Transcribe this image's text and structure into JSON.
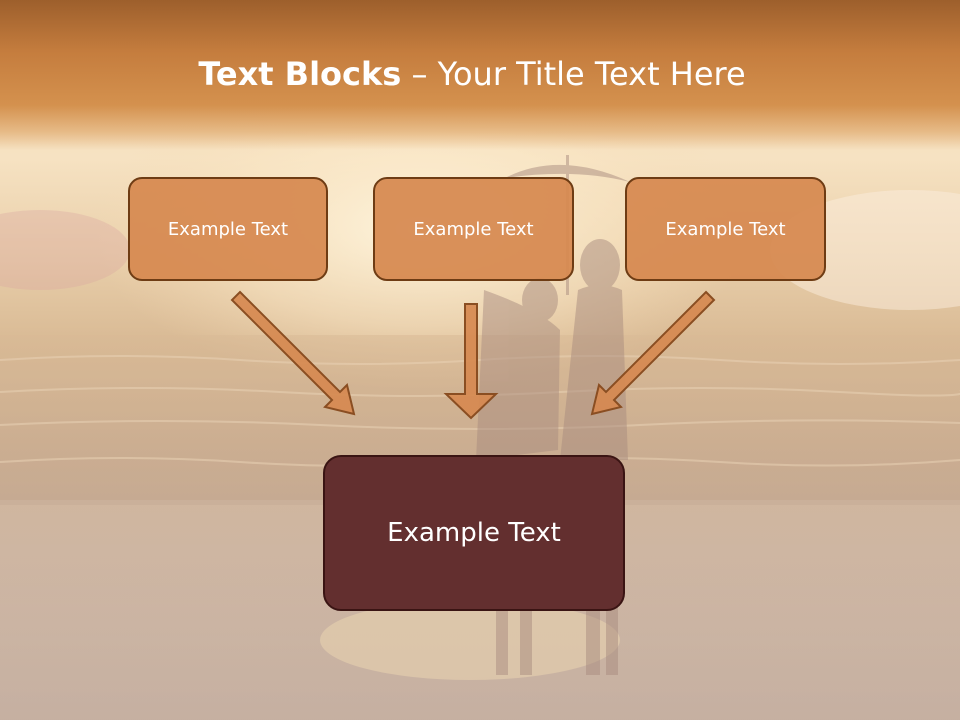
{
  "title": {
    "bold_part": "Text Blocks",
    "separator": " – ",
    "regular_part": "Your Title Text Here"
  },
  "blocks": {
    "top_left": "Example Text",
    "top_center": "Example Text",
    "top_right": "Example Text",
    "bottom": "Example Text"
  },
  "colors": {
    "title_band": "#c57d3e",
    "top_box_fill": "#d68950",
    "top_box_border": "#6e3c14",
    "bottom_box_fill": "#632f2f",
    "arrow_fill": "#d68950",
    "text": "#ffffff"
  },
  "icons": {
    "arrows": [
      "arrow-down-right-icon",
      "arrow-down-icon",
      "arrow-down-left-icon"
    ]
  }
}
